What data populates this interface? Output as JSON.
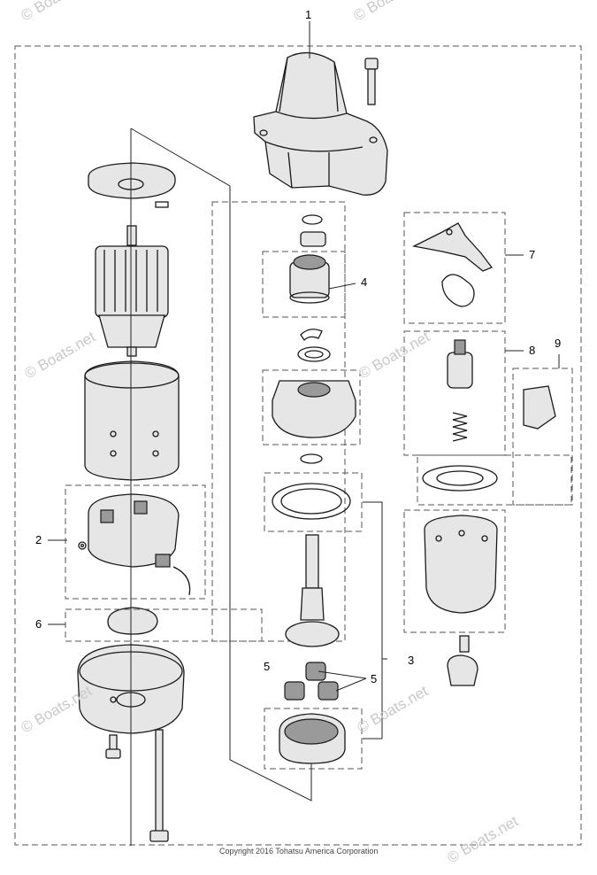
{
  "callouts": {
    "c1": "1",
    "c2": "2",
    "c3": "3",
    "c4": "4",
    "c5a": "5",
    "c5b": "5",
    "c6": "6",
    "c7": "7",
    "c8": "8",
    "c9": "9"
  },
  "watermarks": {
    "w1": "© Boats.net",
    "w2": "© Boats.net",
    "w3": "© Boats.net",
    "w4": "© Boats.net",
    "w5": "© Boats.net",
    "w6": "© Boats.net",
    "w7": "© Boats.net"
  },
  "copyright": "Copyright 2016 Tohatsu America Corporation"
}
